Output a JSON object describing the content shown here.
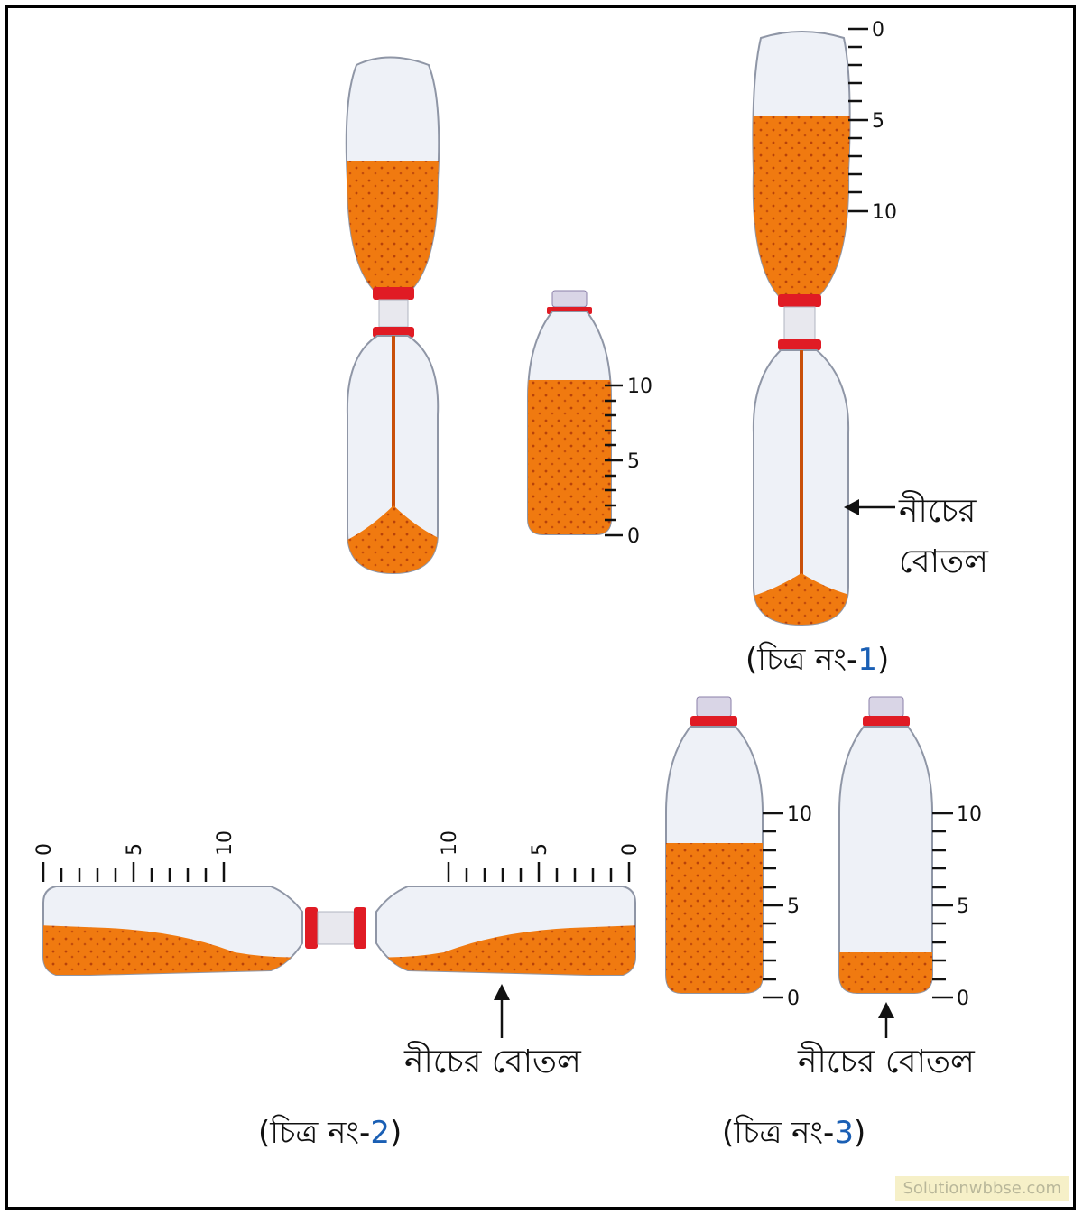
{
  "colors": {
    "liquid": "#f07a10",
    "liquid_dark": "#d85a08",
    "cap_red": "#e01b24",
    "bottle_fill": "#eef1f7",
    "bottle_stroke": "#8f96a6",
    "caption_number": "#1a5fb4"
  },
  "scale": {
    "t0": "0",
    "t5": "5",
    "t10": "10"
  },
  "labels": {
    "lower_line1": "নীচের",
    "lower_line2": "বোতল",
    "lower_bottle": "নীচের বোতল"
  },
  "captions": {
    "fig1": {
      "text": "(চিত্র নং-",
      "num": "1",
      "close": ")"
    },
    "fig2": {
      "text": "(চিত্র নং-",
      "num": "2",
      "close": ")"
    },
    "fig3": {
      "text": "(চিত্র নং-",
      "num": "3",
      "close": ")"
    }
  },
  "watermark": "Solutionwbbse.com"
}
